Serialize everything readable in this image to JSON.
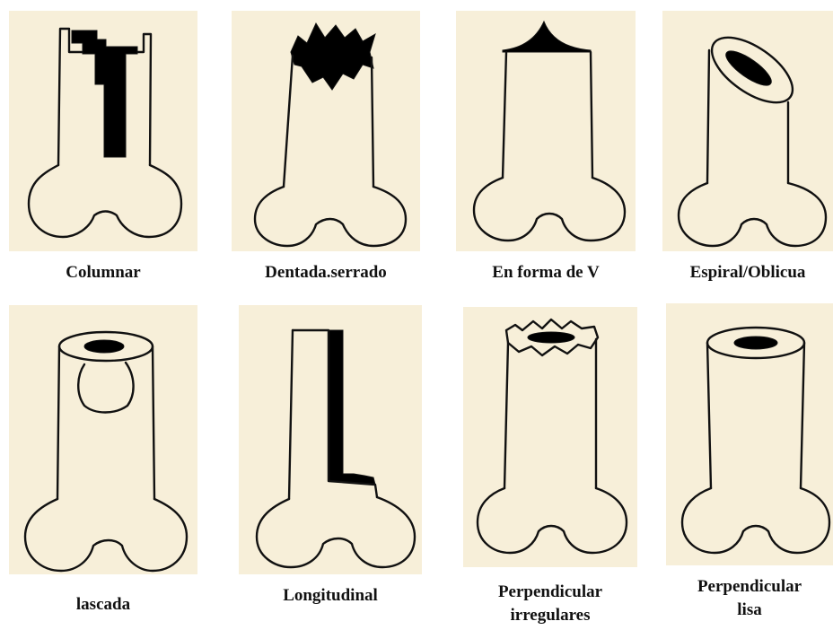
{
  "fracture_types": [
    {
      "label": "Columnar"
    },
    {
      "label": "Dentada.serrado"
    },
    {
      "label": "En forma de V"
    },
    {
      "label": "Espiral/Oblicua"
    },
    {
      "label": "lascada"
    },
    {
      "label": "Longitudinal"
    },
    {
      "label": "Perpendicular",
      "label2": "irregulares"
    },
    {
      "label": "Perpendicular",
      "label2": "lisa"
    }
  ]
}
